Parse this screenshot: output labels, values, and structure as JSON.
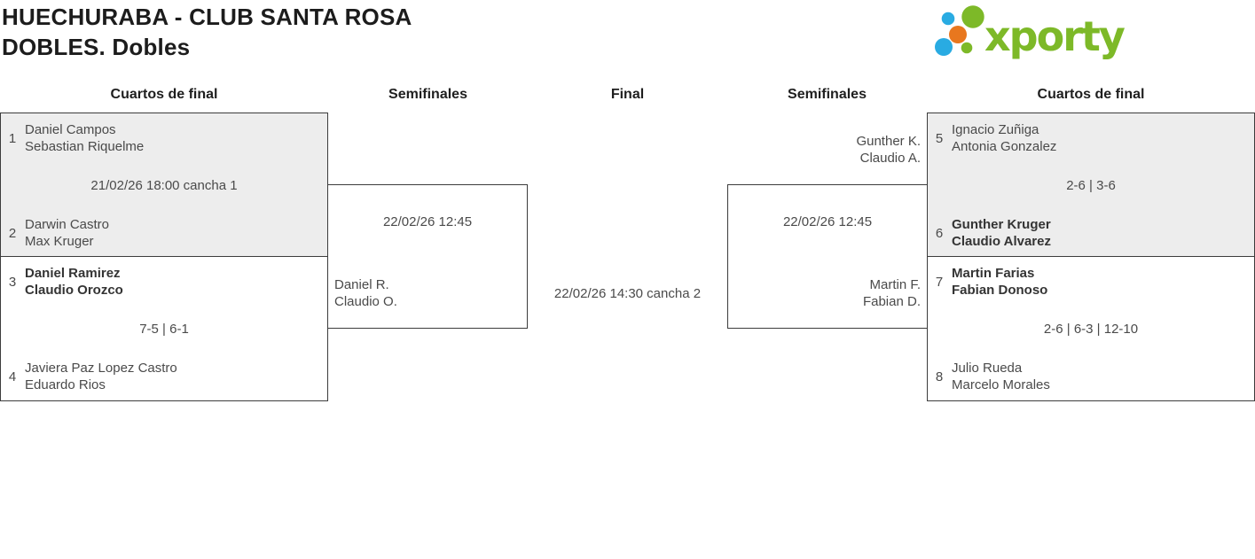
{
  "header": {
    "title_line1": "HUECHURABA - CLUB SANTA ROSA",
    "title_line2": "DOBLES. Dobles",
    "logo_text": "xporty"
  },
  "colors": {
    "logo_green": "#7db928",
    "logo_blue": "#29abe2",
    "logo_orange": "#e8771e",
    "box_shaded_bg": "#ededed",
    "box_border": "#3c3c3c",
    "text_regular": "#4a4a4a",
    "text_winner": "#343434"
  },
  "rounds": {
    "r1": "Cuartos de final",
    "r2": "Semifinales",
    "r3": "Final",
    "r4": "Semifinales",
    "r5": "Cuartos de final"
  },
  "bracket": {
    "qf1": {
      "seed_top": "1",
      "top1": "Daniel Campos",
      "top2": "Sebastian Riquelme",
      "center": "21/02/26 18:00 cancha 1",
      "seed_bottom": "2",
      "bottom1": "Darwin Castro",
      "bottom2": "Max Kruger"
    },
    "qf2": {
      "seed_top": "3",
      "top1": "Daniel Ramirez",
      "top2": "Claudio Orozco",
      "center": "7-5 | 6-1",
      "seed_bottom": "4",
      "bottom1": "Javiera Paz Lopez Castro",
      "bottom2": "Eduardo Rios"
    },
    "sf_left": {
      "center": "22/02/26 12:45",
      "bottom1": "Daniel R.",
      "bottom2": "Claudio O."
    },
    "final": {
      "center": "22/02/26 14:30 cancha 2"
    },
    "sf_right": {
      "top1": "Gunther K.",
      "top2": "Claudio A.",
      "center": "22/02/26 12:45",
      "bottom1": "Martin F.",
      "bottom2": "Fabian D."
    },
    "qf3": {
      "seed_top": "5",
      "top1": "Ignacio Zuñiga",
      "top2": "Antonia Gonzalez",
      "center": "2-6 | 3-6",
      "seed_bottom": "6",
      "bottom1": "Gunther Kruger",
      "bottom2": "Claudio Alvarez"
    },
    "qf4": {
      "seed_top": "7",
      "top1": "Martin Farias",
      "top2": "Fabian Donoso",
      "center": "2-6 | 6-3 | 12-10",
      "seed_bottom": "8",
      "bottom1": "Julio Rueda",
      "bottom2": "Marcelo Morales"
    }
  }
}
